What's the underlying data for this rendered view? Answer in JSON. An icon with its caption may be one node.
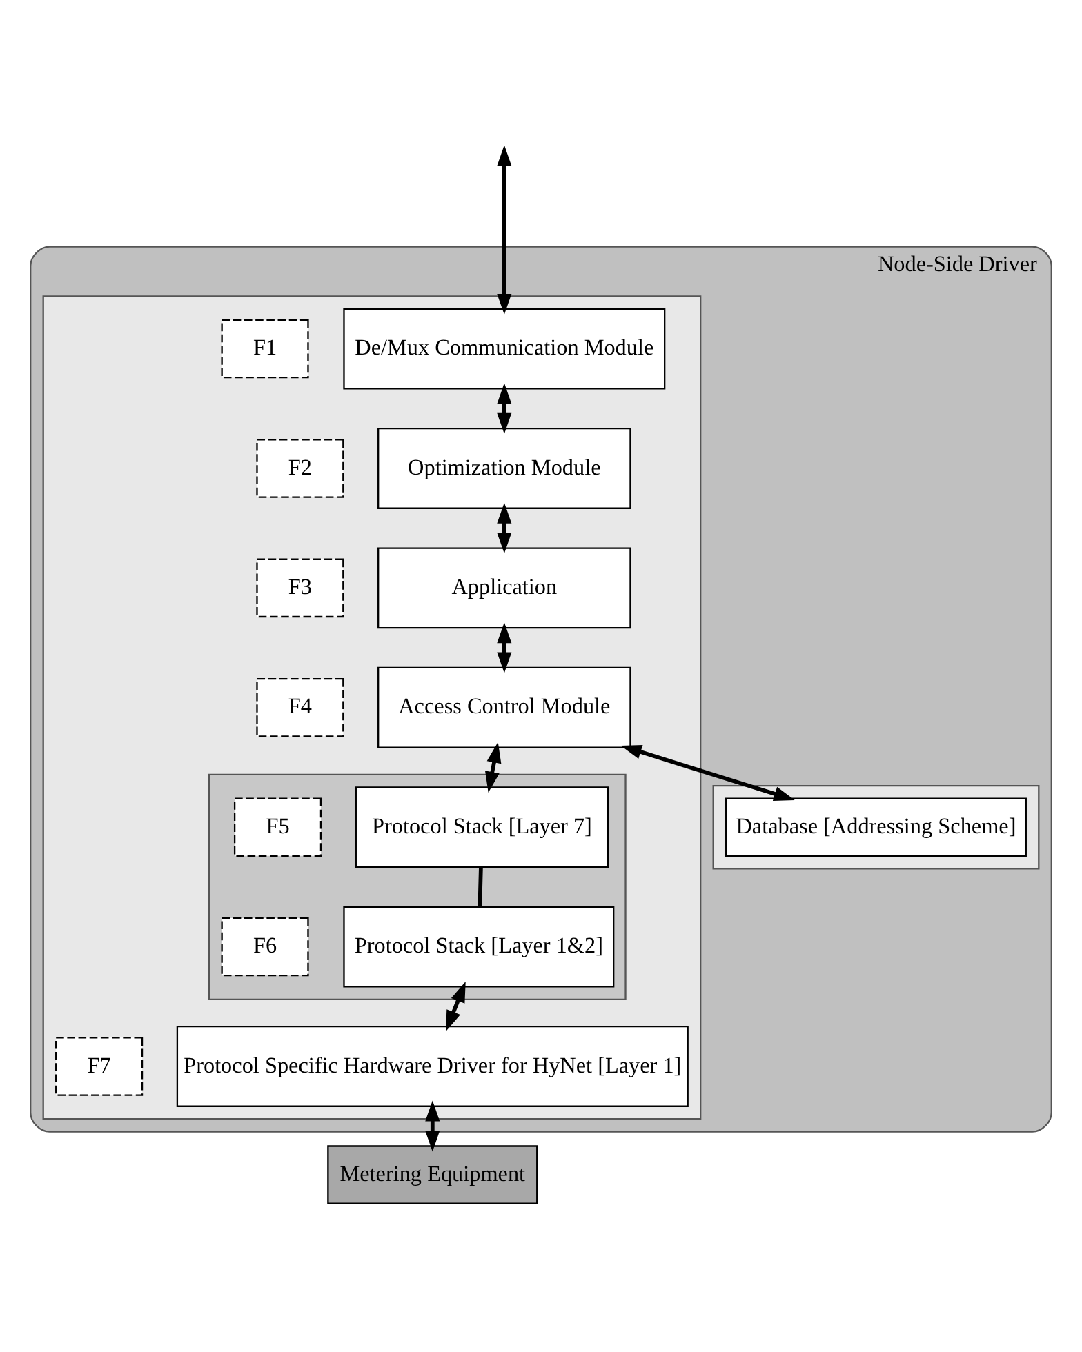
{
  "diagram": {
    "nodes": [
      {
        "text": [
          "Node-Side Driver"
        ]
      },
      {
        "text": [],
        "shape": "box",
        "in": 0
      },
      {
        "text": [
          "F1"
        ],
        "in": 1
      },
      {
        "text": [
          "De/Mux Communication Module"
        ],
        "in": 1
      },
      {
        "text": [
          "F2"
        ],
        "in": 1
      },
      {
        "text": [
          "Optimization Module"
        ],
        "in": 1
      },
      {
        "text": [
          "F3"
        ],
        "in": 1
      },
      {
        "text": [
          "Application"
        ],
        "in": 1
      },
      {
        "text": [
          "F4"
        ],
        "in": 1
      },
      {
        "text": [
          "Access Control Module"
        ],
        "in": 1
      },
      {
        "text": [],
        "shape": "box",
        "in": 0
      },
      {
        "text": [
          "Database [Addressing Scheme]"
        ],
        "in": 10
      },
      {
        "text": [],
        "shape": "box",
        "in": 1
      },
      {
        "text": [
          "F5"
        ],
        "in": 12
      },
      {
        "text": [
          "Protocol Stack [Layer 7]"
        ],
        "in": 12
      },
      {
        "text": [
          "F6"
        ],
        "in": 12
      },
      {
        "text": [
          "Protocol Stack [Layer 1&2]"
        ],
        "in": 12
      },
      {
        "text": [
          "F7"
        ],
        "in": 1
      },
      {
        "text": [
          "Protocol Specific Hardware Driver for HyNet [Layer 1]"
        ],
        "in": 1
      },
      {
        "text": [
          "Metering Equipment"
        ]
      }
    ],
    "edges": [
      {
        "from": null,
        "to": 3,
        "arrow": "both"
      },
      {
        "from": 3,
        "to": 5,
        "arrow": "both"
      },
      {
        "from": 5,
        "to": 7,
        "arrow": "both"
      },
      {
        "from": 7,
        "to": 9,
        "arrow": "both"
      },
      {
        "from": 9,
        "to": 11,
        "arrow": "both"
      },
      {
        "from": 9,
        "to": 14,
        "arrow": "both"
      },
      {
        "from": 14,
        "to": 16,
        "arrow": "none"
      },
      {
        "from": 16,
        "to": 18,
        "arrow": "both"
      },
      {
        "from": 18,
        "to": 19,
        "arrow": "both"
      }
    ]
  }
}
